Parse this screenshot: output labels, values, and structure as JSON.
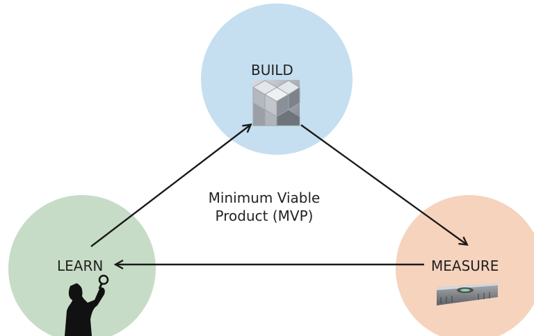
{
  "nodes": {
    "build": {
      "label": "BUILD",
      "color": "#c5dff0",
      "icon": "cubes-icon"
    },
    "learn": {
      "label": "LEARN",
      "color": "#c6dcc6",
      "icon": "person-with-magnifier-icon"
    },
    "measure": {
      "label": "MEASURE",
      "color": "#f6d3bd",
      "icon": "level-tool-icon"
    }
  },
  "center": {
    "line1": "Minimum Viable",
    "line2": "Product (MVP)"
  },
  "arrow_color": "#1a1a1a"
}
